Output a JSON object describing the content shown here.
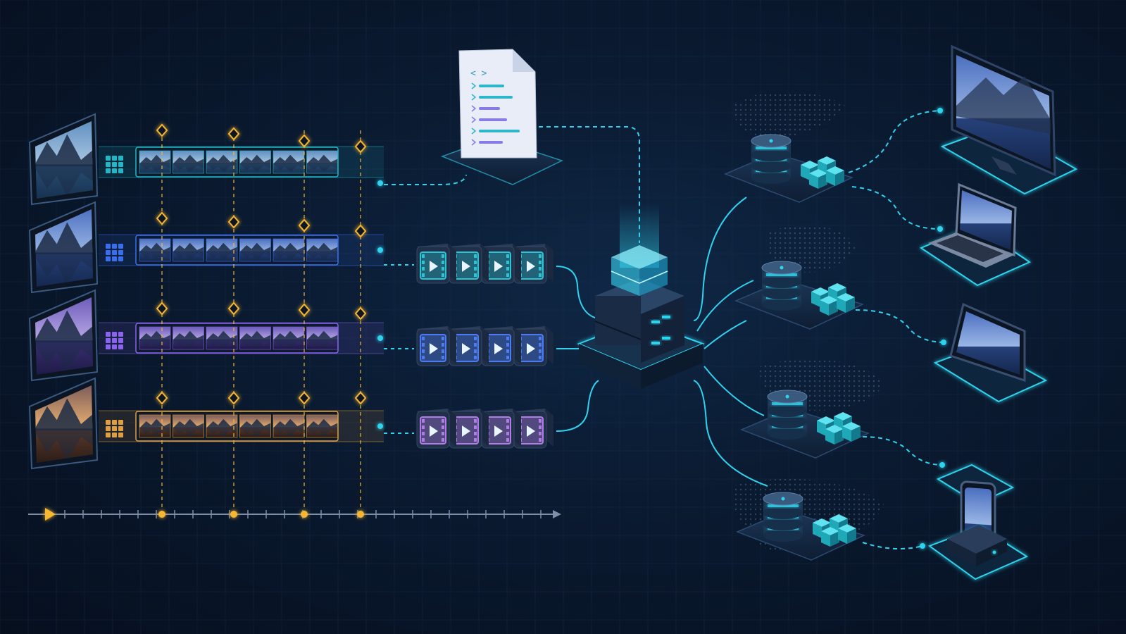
{
  "colors": {
    "background": "#0a1a30",
    "accent_cyan": "#2fd3ee",
    "keyframe_gold": "#f7b731",
    "rendition_teal": "#22b8c7",
    "rendition_blue": "#3a6ff0",
    "rendition_violet": "#8a63ee",
    "rendition_amber": "#e0a040",
    "panel": "#13243d"
  },
  "renditions": [
    {
      "accent": "#22b8c7",
      "thumb_tone": "teal",
      "segments": 6
    },
    {
      "accent": "#3a6ff0",
      "thumb_tone": "blue",
      "segments": 6
    },
    {
      "accent": "#8a63ee",
      "thumb_tone": "violet",
      "segments": 6
    },
    {
      "accent": "#e0a040",
      "thumb_tone": "amber",
      "segments": 6
    }
  ],
  "keyframe_lines": 4,
  "segment_groups": [
    {
      "accent": "#2bc4d4",
      "cubes": 4
    },
    {
      "accent": "#4b7cf5",
      "cubes": 4
    },
    {
      "accent": "#b17be8",
      "cubes": 4
    }
  ],
  "manifest": {
    "icon": "code-document-icon",
    "lines": 6
  },
  "origin": {
    "icon": "origin-server-stack-icon"
  },
  "edge_nodes": [
    {
      "icon": "database-icon",
      "cubes": 4
    },
    {
      "icon": "database-icon",
      "cubes": 4
    },
    {
      "icon": "database-icon",
      "cubes": 4
    },
    {
      "icon": "database-icon",
      "cubes": 4
    }
  ],
  "devices": [
    {
      "type": "tv",
      "icon": "television-icon"
    },
    {
      "type": "laptop",
      "icon": "laptop-icon"
    },
    {
      "type": "tablet",
      "icon": "tablet-icon"
    },
    {
      "type": "phone",
      "icon": "smartphone-icon"
    },
    {
      "type": "set-top-box",
      "icon": "set-top-box-icon"
    }
  ]
}
